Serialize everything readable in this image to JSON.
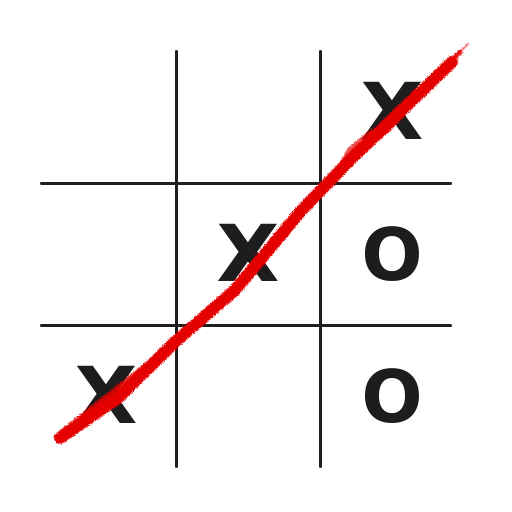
{
  "board": {
    "cells": [
      [
        "",
        "",
        "X"
      ],
      [
        "",
        "X",
        "O"
      ],
      [
        "X",
        "",
        "O"
      ]
    ]
  },
  "win": {
    "from": [
      2,
      0
    ],
    "to": [
      0,
      2
    ],
    "color": "#e50000"
  },
  "colors": {
    "grid": "#1f1f1f",
    "marks": "#1d1d1d",
    "background": "#ffffff"
  }
}
